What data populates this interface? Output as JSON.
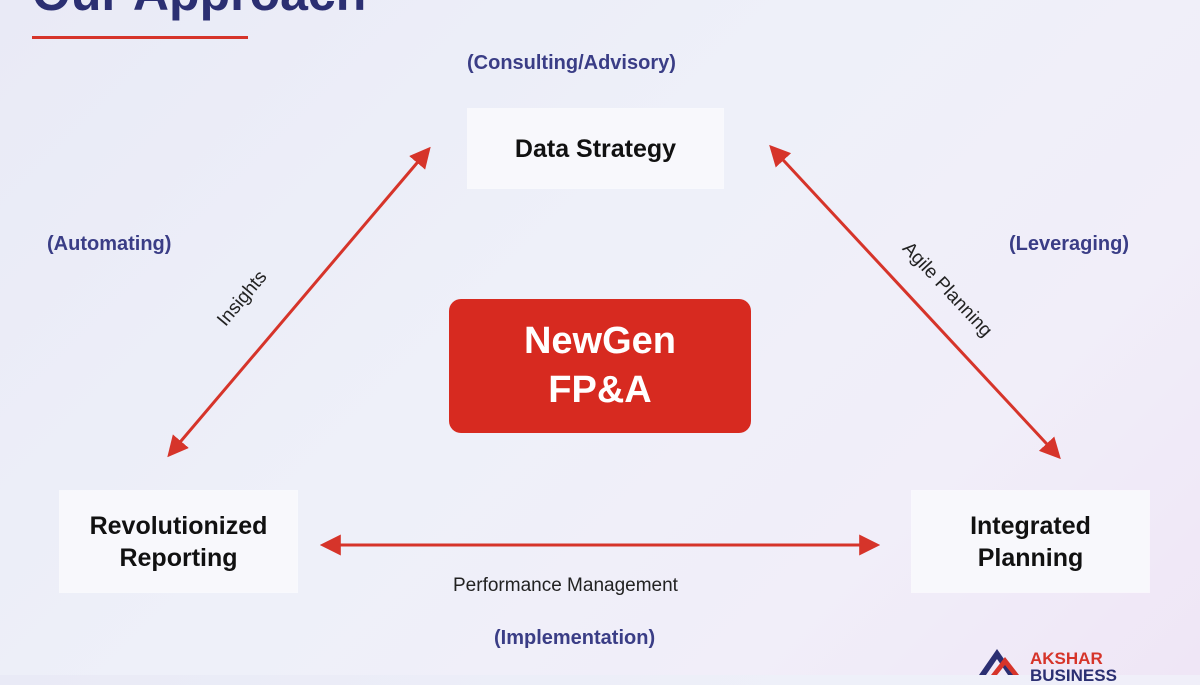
{
  "header": {
    "title": "Our Approach"
  },
  "roles": {
    "top": "(Consulting/Advisory)",
    "left": "(Automating)",
    "right": "(Leveraging)",
    "bottom": "(Implementation)"
  },
  "nodes": {
    "top": "Data Strategy",
    "left_line1": "Revolutionized",
    "left_line2": "Reporting",
    "right_line1": "Integrated",
    "right_line2": "Planning"
  },
  "center": {
    "line1": "NewGen",
    "line2": "FP&A"
  },
  "edges": {
    "left": "Insights",
    "right": "Agile Planning",
    "bottom": "Performance Management"
  },
  "logo": {
    "line1": "AKSHAR",
    "line2": "BUSINESS"
  },
  "colors": {
    "accent": "#d6342a",
    "navy": "#2b2f72",
    "center_fill": "#d72a20"
  }
}
